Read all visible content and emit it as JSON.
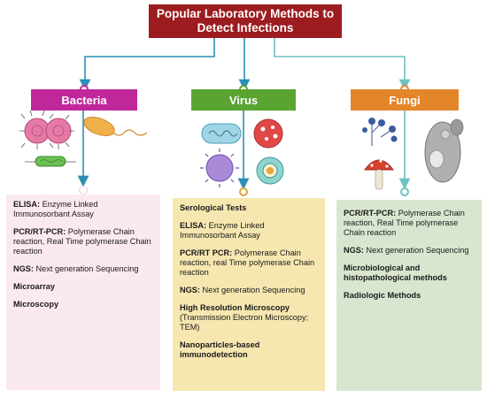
{
  "title": {
    "line1": "Popular Laboratory Methods to",
    "line2": "Detect Infections"
  },
  "categories": {
    "bacteria": {
      "label": "Bacteria",
      "color": "#c0289a",
      "items": [
        {
          "bold": "ELISA:",
          "text": " Enzyme Linked Immunosorbant Assay"
        },
        {
          "bold": "PCR/RT-PCR:",
          "text": " Polymerase Chain reaction, Real Time polymerase Chain reaction"
        },
        {
          "bold": "NGS:",
          "text": " Next generation Sequencing"
        },
        {
          "bold": "Microarray",
          "text": ""
        },
        {
          "bold": "Microscopy",
          "text": ""
        }
      ]
    },
    "virus": {
      "label": "Virus",
      "color": "#5aa432",
      "items": [
        {
          "bold": "Serological Tests",
          "text": ""
        },
        {
          "bold": "ELISA:",
          "text": " Enzyme Linked Immunosorbant Assay"
        },
        {
          "bold": "PCR/RT PCR:",
          "text": " Polymerase Chain reaction, real Time polymerase Chain reaction"
        },
        {
          "bold": "NGS:",
          "text": " Next generation Sequencing"
        },
        {
          "bold": "High Resolution Microscopy",
          "text": " (Transmission Electron Microscopy; TEM)"
        },
        {
          "bold": "Nanoparticles-based immunodetection",
          "text": ""
        }
      ]
    },
    "fungi": {
      "label": "Fungi",
      "color": "#e3862a",
      "items": [
        {
          "bold": "PCR/RT-PCR:",
          "text": " Polymerase Chain reaction, Real Time polymerase Chain reaction"
        },
        {
          "bold": "NGS:",
          "text": " Next generation Sequencing"
        },
        {
          "bold": "Microbiological and histopathological methods",
          "text": ""
        },
        {
          "bold": "Radiologic Methods",
          "text": ""
        }
      ]
    }
  },
  "colors": {
    "title_bg": "#9c1c1f",
    "connector": "#2a8fb5",
    "connector_light": "#7fc9c6"
  }
}
